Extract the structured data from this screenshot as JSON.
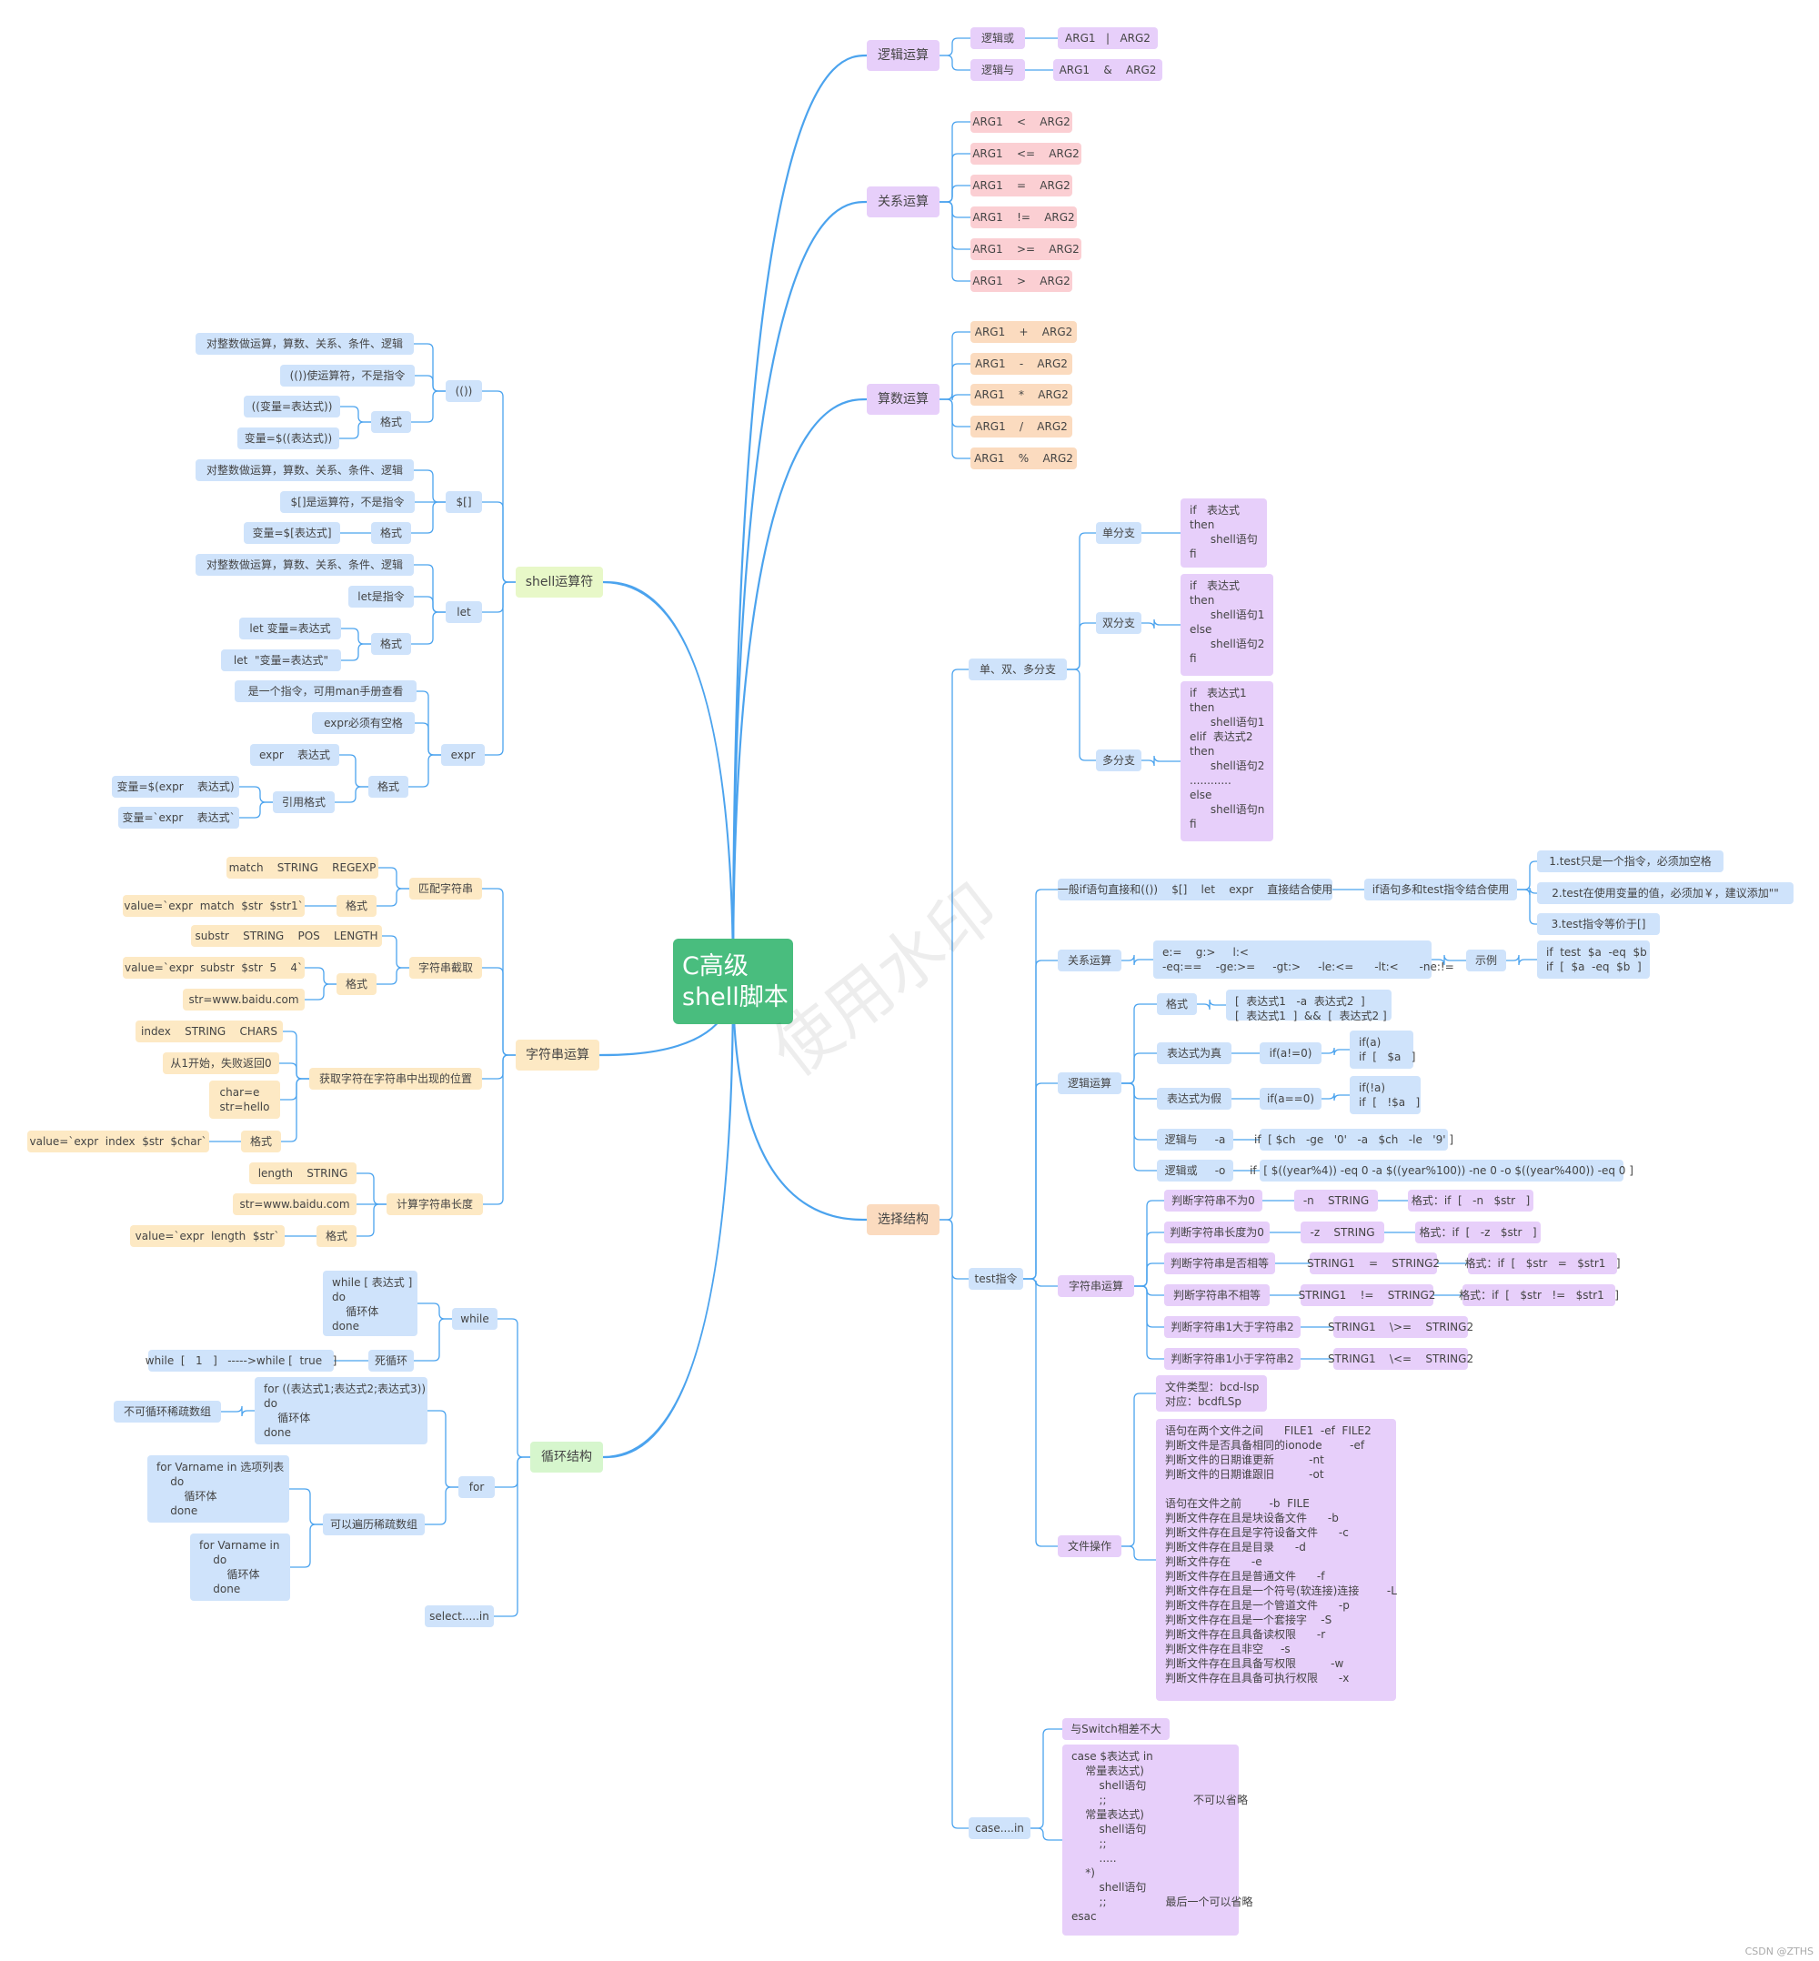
{
  "root": "C高级\nshell脚本",
  "watermark": "使用水印",
  "credit": "CSDN @ZTHS",
  "topics": {
    "logic": "逻辑运算",
    "relation": "关系运算",
    "arith": "算数运算",
    "shellop": "shell运算符",
    "string": "字符串运算",
    "loop": "循环结构",
    "select": "选择结构"
  },
  "logic": {
    "or": "逻辑或",
    "or_v": "ARG1   |   ARG2",
    "and": "逻辑与",
    "and_v": "ARG1    &    ARG2"
  },
  "relation": [
    "ARG1    <    ARG2",
    "ARG1    <=    ARG2",
    "ARG1    =    ARG2",
    "ARG1    !=    ARG2",
    "ARG1    >=    ARG2",
    "ARG1    >    ARG2"
  ],
  "arith": [
    "ARG1    +    ARG2",
    "ARG1    -    ARG2",
    "ARG1    *    ARG2",
    "ARG1    /    ARG2",
    "ARG1    %    ARG2"
  ],
  "shellop": {
    "pp": "(())",
    "pp_1": "对整数做运算，算数、关系、条件、逻辑",
    "pp_2": "(())使运算符，不是指令",
    "fmt": "格式",
    "pp_f1": "((变量=表达式))",
    "pp_f2": "变量=$((表达式))",
    "bb": "$[]",
    "bb_1": "对整数做运算，算数、关系、条件、逻辑",
    "bb_2": "$[]是运算符，不是指令",
    "bb_f": "变量=$[表达式]",
    "let": "let",
    "let_1": "对整数做运算，算数、关系、条件、逻辑",
    "let_2": "let是指令",
    "let_f1": "let 变量=表达式",
    "let_f2": "let  \"变量=表达式\"",
    "expr": "expr",
    "expr_1": "是一个指令，可用man手册查看",
    "expr_2": "expr必须有空格",
    "expr_f1": "expr    表达式",
    "expr_ref": "引用格式",
    "expr_r1": "变量=$(expr    表达式)",
    "expr_r2": "变量=`expr    表达式`"
  },
  "string": {
    "match": "匹配字符串",
    "match_1": "match    STRING    REGEXP",
    "fmt": "格式",
    "match_f": "value=`expr  match  $str  $str1`",
    "sub": "字符串截取",
    "sub_1": "substr    STRING    POS    LENGTH",
    "sub_f": "value=`expr  substr  $str  5    4`",
    "sub_e": "str=www.baidu.com",
    "idx": "获取字符在字符串中出现的位置",
    "idx_1": "index    STRING    CHARS",
    "idx_2": "从1开始，失败返回0",
    "idx_3": "char=e\nstr=hello",
    "idx_f": "value=`expr  index  $str  $char`",
    "len": "计算字符串长度",
    "len_1": "length    STRING",
    "len_2": "str=www.baidu.com",
    "len_f": "value=`expr  length  $str`"
  },
  "loop": {
    "while": "while",
    "while_1": "while [ 表达式 ]\ndo\n    循环体\ndone",
    "dead": "死循环",
    "dead_1": "while  [   1   ]   ----->while [  true   ]",
    "for": "for",
    "for_1": "for ((表达式1;表达式2;表达式3))\ndo\n    循环体\ndone",
    "for_1n": "不可循环稀疏数组",
    "for_sp": "可以遍历稀疏数组",
    "for_2": "for Varname in 选项列表\n    do\n        循环体\n    done",
    "for_3": "for Varname in\n    do\n        循环体\n    done",
    "select": "select.....in"
  },
  "select": {
    "branch": "单、双、多分支",
    "single": "单分支",
    "single_c": "if   表达式\nthen\n      shell语句\nfi",
    "double": "双分支",
    "double_c": "if   表达式\nthen\n      shell语句1\nelse\n      shell语句2\nfi",
    "multi": "多分支",
    "multi_c": "if   表达式1\nthen\n      shell语句1\nelif  表达式2\nthen\n      shell语句2\n............\nelse\n      shell语句n\nfi",
    "test": "test指令",
    "gen": "一般if语句直接和(())    $[]    let    expr    直接结合使用",
    "gen_t": "if语句多和test指令结合使用",
    "gen_1": "1.test只是一个指令，必须加空格",
    "gen_2": "2.test在使用变量的值，必须加￥，建议添加\"\"",
    "gen_3": "3.test指令等价于[]",
    "rel": "关系运算",
    "rel_ops": "e:=    g:>     l:<\n-eq:==    -ge:>=     -gt:>     -le:<=      -lt:<      -ne:!=",
    "ex": "示例",
    "ex_c": "if  test  $a  -eq  $b\nif  [  $a  -eq  $b  ]",
    "log": "逻辑运算",
    "log_fmt": "格式",
    "log_fmt_c": "[  表达式1   -a  表达式2  ]\n[  表达式1  ]  &&  [  表达式2 ]",
    "t_true": "表达式为真",
    "t_true_1": "if(a!=0)",
    "t_true_2": "if(a)\nif  [   $a   ]",
    "t_false": "表达式为假",
    "t_false_1": "if(a==0)",
    "t_false_2": "if(!a)\nif  [   !$a   ]",
    "l_and": "逻辑与     -a",
    "l_and_c": "if  [ $ch   -ge   '0'   -a   $ch   -le   '9' ]",
    "l_or": "逻辑或     -o",
    "l_or_c": "if  [ $((year%4)) -eq 0 -a $((year%100)) -ne 0 -o $((year%400)) -eq 0 ]",
    "str": "字符串运算",
    "s1": "判断字符串不为0",
    "s1_a": "-n    STRING",
    "s1_b": "格式：if  [   -n   $str   ]",
    "s2": "判断字符串长度为0",
    "s2_a": "-z    STRING",
    "s2_b": "格式：if  [   -z   $str   ]",
    "s3": "判断字符串是否相等",
    "s3_a": "STRING1    =    STRING2",
    "s3_b": "格式：if  [   $str   =   $str1   ]",
    "s4": "判断字符串不相等",
    "s4_a": "STRING1    !=    STRING2",
    "s4_b": "格式：if  [   $str   !=   $str1   ]",
    "s5": "判断字符串1大于字符串2",
    "s5_a": "STRING1    \\>=    STRING2",
    "s6": "判断字符串1小于字符串2",
    "s6_a": "STRING1    \\<=    STRING2",
    "file": "文件操作",
    "file_1": "文件类型：bcd-lsp\n对应：bcdfLSp",
    "file_2": "语句在两个文件之间      FILE1  -ef  FILE2\n判断文件是否具备相同的ionode        -ef\n判断文件的日期谁更新          -nt\n判断文件的日期谁跟旧          -ot\n\n语句在文件之前        -b  FILE\n判断文件存在且是块设备文件      -b\n判断文件存在且是字符设备文件      -c\n判断文件存在且是目录      -d\n判断文件存在      -e\n判断文件存在且是普通文件      -f\n判断文件存在且是一个符号(软连接)连接        -L\n判断文件存在且是一个管道文件      -p\n判断文件存在且是一个套接字    -S\n判断文件存在且具备读权限      -r\n判断文件存在且非空     -s\n判断文件存在且具备写权限          -w\n判断文件存在且具备可执行权限      -x",
    "case": "case....in",
    "case_1": "与Switch相差不大",
    "case_2": "case $表达式 in\n    常量表达式)\n        shell语句\n        ;;                         不可以省略\n    常量表达式)\n        shell语句\n        ;;\n        .....\n    *)\n        shell语句\n        ;;                 最后一个可以省略\nesac"
  }
}
